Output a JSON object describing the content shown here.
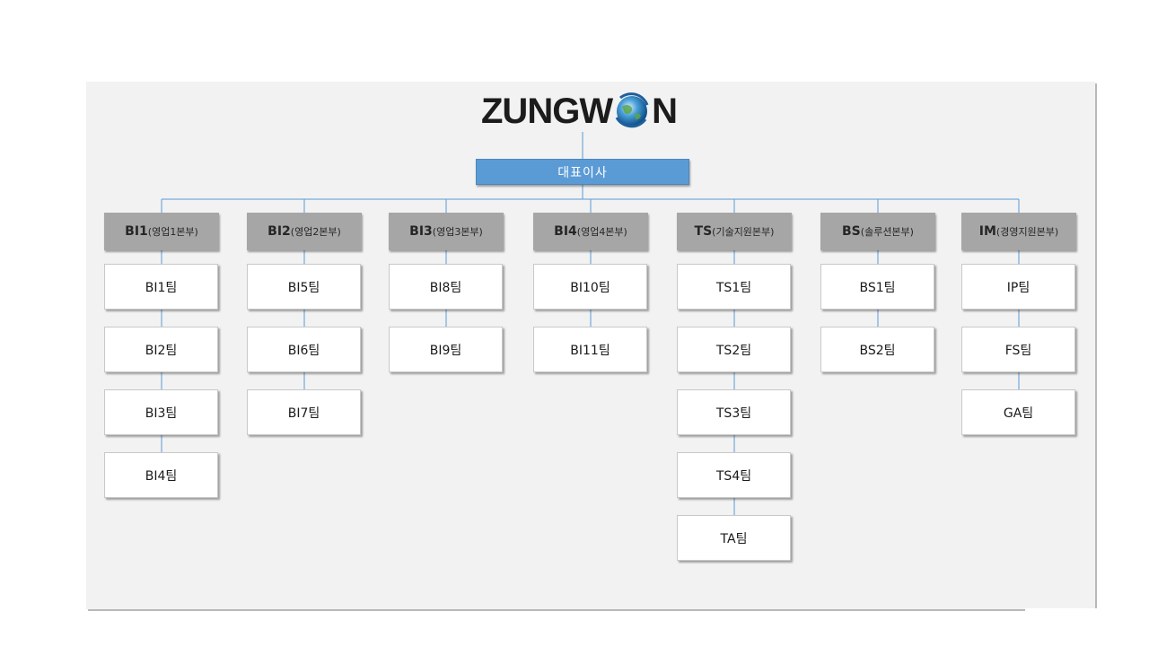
{
  "logo": {
    "text_left": "ZUNGW",
    "text_right": "N"
  },
  "ceo": {
    "label": "대표이사"
  },
  "divisions": [
    {
      "code": "BI1",
      "name": "(영업1본부)",
      "teams": [
        "BI1팀",
        "BI2팀",
        "BI3팀",
        "BI4팀"
      ]
    },
    {
      "code": "BI2",
      "name": "(영업2본부)",
      "teams": [
        "BI5팀",
        "BI6팀",
        "BI7팀"
      ]
    },
    {
      "code": "BI3",
      "name": "(영업3본부)",
      "teams": [
        "BI8팀",
        "BI9팀"
      ]
    },
    {
      "code": "BI4",
      "name": "(영업4본부)",
      "teams": [
        "BI10팀",
        "BI11팀"
      ]
    },
    {
      "code": "TS",
      "name": "(기술지원본부)",
      "teams": [
        "TS1팀",
        "TS2팀",
        "TS3팀",
        "TS4팀",
        "TA팀"
      ]
    },
    {
      "code": "BS",
      "name": "(솔루션본부)",
      "teams": [
        "BS1팀",
        "BS2팀"
      ]
    },
    {
      "code": "IM",
      "name": "(경영지원본부)",
      "teams": [
        "IP팀",
        "FS팀",
        "GA팀"
      ]
    }
  ],
  "colors": {
    "ceo_fill": "#5b9bd5",
    "division_fill": "#a6a6a6",
    "team_fill": "#ffffff",
    "connector": "#5b9bd5",
    "panel": "#f2f2f2"
  }
}
